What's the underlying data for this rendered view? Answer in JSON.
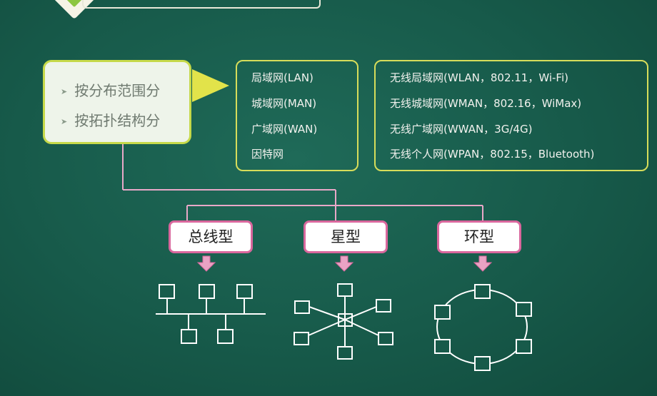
{
  "categories": {
    "by_range": "按分布范围分",
    "by_topology": "按拓扑结构分"
  },
  "wired_networks": [
    "局域网(LAN)",
    "城域网(MAN)",
    "广域网(WAN)",
    "因特网"
  ],
  "wireless_networks": [
    "无线局域网(WLAN，802.11，Wi-Fi)",
    "无线城域网(WMAN，802.16，WiMax)",
    "无线广域网(WWAN，3G/4G)",
    "无线个人网(WPAN，802.15，Bluetooth)"
  ],
  "topologies": {
    "bus": "总线型",
    "star": "星型",
    "ring": "环型"
  },
  "colors": {
    "board": "#175a4a",
    "category_border": "#c6d94a",
    "box_border": "#d7dd5a",
    "connector": "#e8a8c8",
    "label_border": "#d9679d",
    "arrow_yellow": "#e2e34a"
  }
}
